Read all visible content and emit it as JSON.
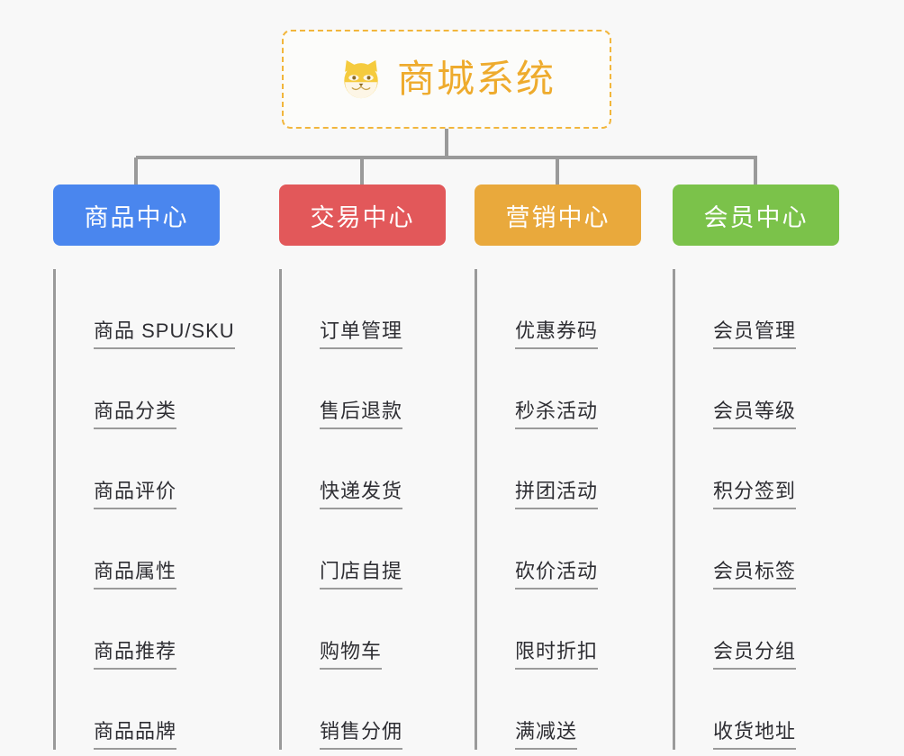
{
  "root": {
    "title": "商城系统",
    "icon": "shiba-dog-face-icon",
    "border_color": "#f2b63c",
    "text_color": "#eeab2d",
    "background": "#fcfcfa"
  },
  "canvas": {
    "background": "#f8f8f8",
    "connector_color": "#9a9a9a"
  },
  "branches": [
    {
      "label": "商品中心",
      "color": "#4a86ee",
      "items": [
        "商品 SPU/SKU",
        "商品分类",
        "商品评价",
        "商品属性",
        "商品推荐",
        "商品品牌"
      ]
    },
    {
      "label": "交易中心",
      "color": "#e2585a",
      "items": [
        "订单管理",
        "售后退款",
        "快递发货",
        "门店自提",
        "购物车",
        "销售分佣"
      ]
    },
    {
      "label": "营销中心",
      "color": "#e9a93c",
      "items": [
        "优惠券码",
        "秒杀活动",
        "拼团活动",
        "砍价活动",
        "限时折扣",
        "满减送"
      ]
    },
    {
      "label": "会员中心",
      "color": "#7bc24a",
      "items": [
        "会员管理",
        "会员等级",
        "积分签到",
        "会员标签",
        "会员分组",
        "收货地址"
      ]
    }
  ]
}
